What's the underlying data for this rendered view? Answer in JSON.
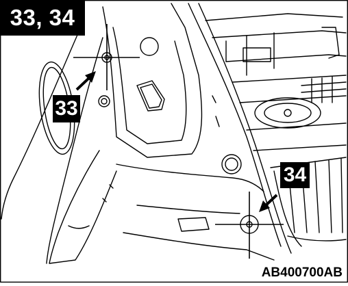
{
  "figure": {
    "title": "33, 34",
    "callouts": [
      {
        "id": "33",
        "label": "33"
      },
      {
        "id": "34",
        "label": "34"
      }
    ],
    "part_code": "AB400700AB"
  },
  "colors": {
    "ink": "#000000",
    "paper": "#ffffff"
  },
  "icons": {
    "crosshair": "crosshair-icon",
    "arrow": "pointer-arrow-icon"
  }
}
